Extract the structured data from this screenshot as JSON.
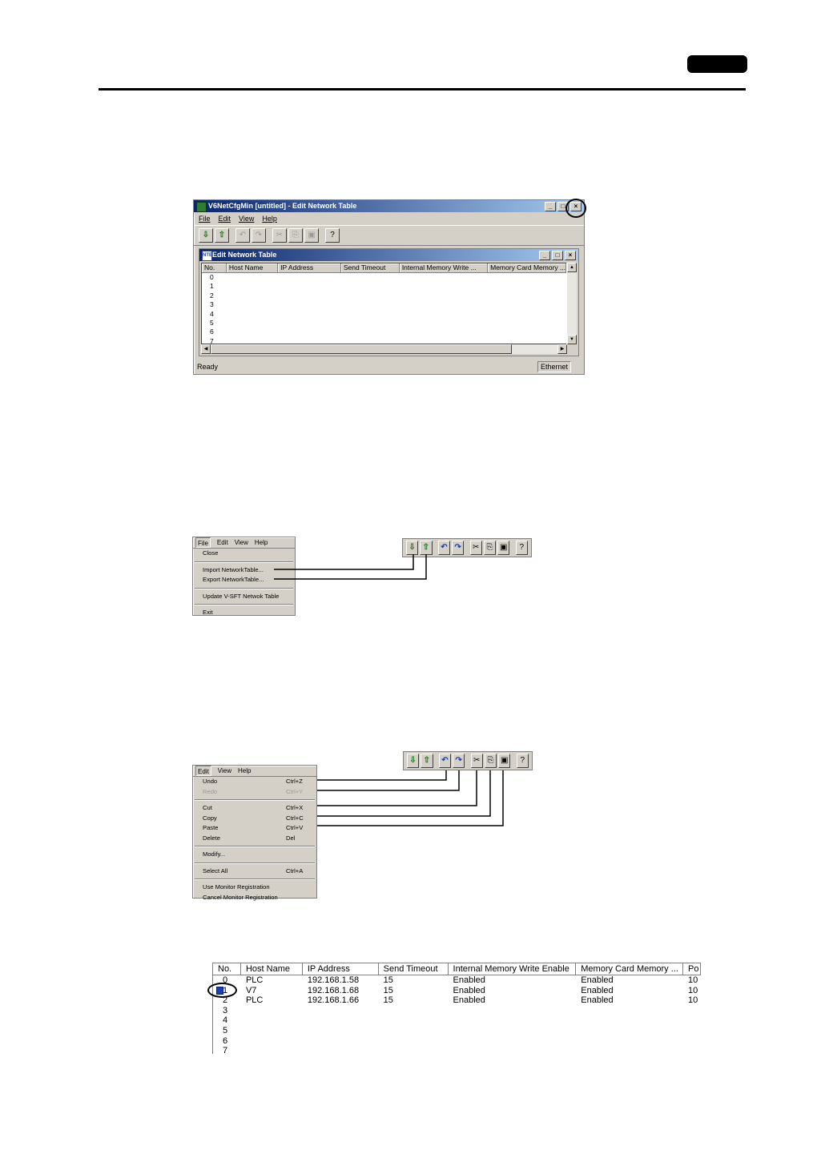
{
  "window": {
    "title": "V6NetCfgMin [untitled] - Edit Network Table",
    "menus": [
      "File",
      "Edit",
      "View",
      "Help"
    ],
    "toolbar": [
      {
        "glyph": "⇩",
        "icon": "import-icon",
        "style": "green"
      },
      {
        "glyph": "⇧",
        "icon": "export-icon",
        "style": "green"
      },
      {
        "glyph": "↶",
        "icon": "undo-icon",
        "style": "dis"
      },
      {
        "glyph": "↷",
        "icon": "redo-icon",
        "style": "dis"
      },
      {
        "glyph": "✂",
        "icon": "cut-icon",
        "style": "dis"
      },
      {
        "glyph": "⎘",
        "icon": "copy-icon",
        "style": "dis"
      },
      {
        "glyph": "▣",
        "icon": "paste-icon",
        "style": "dis"
      },
      {
        "glyph": "?",
        "icon": "help-icon",
        "style": ""
      }
    ],
    "child_title": "Edit Network Table",
    "child_icon_text": "NTB",
    "columns": [
      "No.",
      "Host Name",
      "IP Address",
      "Send Timeout",
      "Internal Memory Write ...",
      "Memory Card Memory ..."
    ],
    "rows": [
      "0",
      "1",
      "2",
      "3",
      "4",
      "5",
      "6",
      "7"
    ],
    "status": "Ready",
    "status_right": "Ethernet"
  },
  "file_menu": {
    "bar": [
      "File",
      "Edit",
      "View",
      "Help"
    ],
    "items": [
      "Close",
      "Import NetworkTable...",
      "Export NetworkTable...",
      "Update V-SFT Netwok Table",
      "Exit"
    ]
  },
  "file_toolbar": [
    {
      "glyph": "⇩",
      "icon": "import-icon",
      "style": "green"
    },
    {
      "glyph": "⇧",
      "icon": "export-icon",
      "style": "green"
    },
    {
      "glyph": "↶",
      "icon": "undo-icon",
      "style": "blue"
    },
    {
      "glyph": "↷",
      "icon": "redo-icon",
      "style": "blue"
    },
    {
      "glyph": "✂",
      "icon": "cut-icon",
      "style": ""
    },
    {
      "glyph": "⎘",
      "icon": "copy-icon",
      "style": ""
    },
    {
      "glyph": "▣",
      "icon": "paste-icon",
      "style": ""
    },
    {
      "glyph": "?",
      "icon": "help-icon",
      "style": ""
    }
  ],
  "edit_menu": {
    "bar": [
      "Edit",
      "View",
      "Help"
    ],
    "items": [
      {
        "label": "Undo",
        "shortcut": "Ctrl+Z"
      },
      {
        "label": "Redo",
        "shortcut": "Ctrl+Y",
        "disabled": true
      },
      {
        "label": "Cut",
        "shortcut": "Ctrl+X"
      },
      {
        "label": "Copy",
        "shortcut": "Ctrl+C"
      },
      {
        "label": "Paste",
        "shortcut": "Ctrl+V"
      },
      {
        "label": "Delete",
        "shortcut": "Del"
      },
      {
        "label": "Modify...",
        "shortcut": ""
      },
      {
        "label": "Select All",
        "shortcut": "Ctrl+A"
      },
      {
        "label": "Use Monitor Registration",
        "shortcut": ""
      },
      {
        "label": "Cancel Monitor Registration",
        "shortcut": ""
      }
    ]
  },
  "table": {
    "columns": [
      "No.",
      "Host Name",
      "IP Address",
      "Send Timeout",
      "Internal Memory Write Enable",
      "Memory Card Memory ...",
      "Po"
    ],
    "rows": [
      [
        "0",
        "PLC",
        "192.168.1.58",
        "15",
        "Enabled",
        "Enabled",
        "10"
      ],
      [
        "1",
        "V7",
        "192.168.1.68",
        "15",
        "Enabled",
        "Enabled",
        "10"
      ],
      [
        "2",
        "PLC",
        "192.168.1.66",
        "15",
        "Enabled",
        "Enabled",
        "10"
      ],
      [
        "3",
        "",
        "",
        "",
        "",
        "",
        ""
      ],
      [
        "4",
        "",
        "",
        "",
        "",
        "",
        ""
      ],
      [
        "5",
        "",
        "",
        "",
        "",
        "",
        ""
      ],
      [
        "6",
        "",
        "",
        "",
        "",
        "",
        ""
      ],
      [
        "7",
        "",
        "",
        "",
        "",
        "",
        ""
      ]
    ]
  }
}
